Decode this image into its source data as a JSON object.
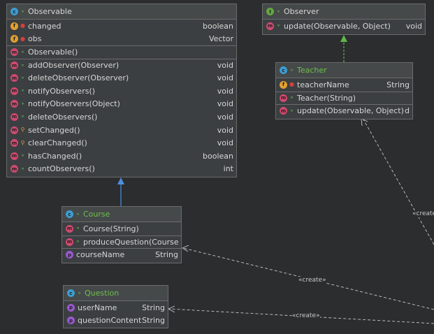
{
  "observable": {
    "title": "Observable",
    "fields": [
      {
        "name": "changed",
        "type": "boolean"
      },
      {
        "name": "obs",
        "type": "Vector"
      }
    ],
    "constructors": [
      {
        "name": "Observable()",
        "type": ""
      }
    ],
    "methods": [
      {
        "name": "addObserver(Observer)",
        "type": "void"
      },
      {
        "name": "deleteObserver(Observer)",
        "type": "void"
      },
      {
        "name": "notifyObservers()",
        "type": "void"
      },
      {
        "name": "notifyObservers(Object)",
        "type": "void"
      },
      {
        "name": "deleteObservers()",
        "type": "void"
      },
      {
        "name": "setChanged()",
        "type": "void"
      },
      {
        "name": "clearChanged()",
        "type": "void"
      },
      {
        "name": "hasChanged()",
        "type": "boolean"
      },
      {
        "name": "countObservers()",
        "type": "int"
      }
    ]
  },
  "observer": {
    "title": "Observer",
    "methods": [
      {
        "name": "update(Observable, Object)",
        "type": "void"
      }
    ]
  },
  "teacher": {
    "title": "Teacher",
    "fields": [
      {
        "name": "teacherName",
        "type": "String"
      }
    ],
    "constructors": [
      {
        "name": "Teacher(String)",
        "type": ""
      }
    ],
    "methods": [
      {
        "name": "update(Observable, Object)",
        "type": "d"
      }
    ]
  },
  "course": {
    "title": "Course",
    "constructors": [
      {
        "name": "Course(String)",
        "type": ""
      }
    ],
    "methods": [
      {
        "name": "produceQuestion(Course",
        "type": ""
      }
    ],
    "properties": [
      {
        "name": "courseName",
        "type": "String"
      }
    ]
  },
  "question": {
    "title": "Question",
    "properties": [
      {
        "name": "userName",
        "type": "String"
      },
      {
        "name": "questionContent",
        "type": "String"
      }
    ]
  },
  "edges": {
    "create_label": "«create»",
    "create_label_cut": "«create"
  },
  "colors": {
    "background": "#2b2d2f",
    "class_icon": "#3c9cd0",
    "interface_icon": "#62a840",
    "method_icon": "#d04a70",
    "field_icon": "#e0a030",
    "property_icon": "#9b59d0",
    "inherit_arrow": "#4d8fe0",
    "implement_arrow": "#5fb84a"
  }
}
